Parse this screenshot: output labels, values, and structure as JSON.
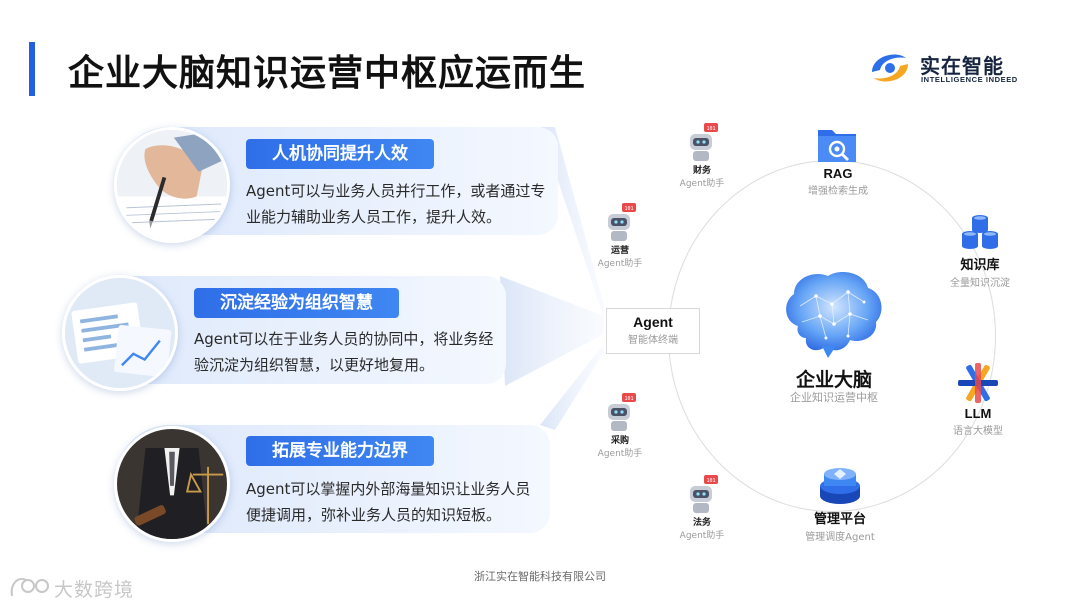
{
  "title": "企业大脑知识运营中枢应运而生",
  "logo": {
    "cn": "实在智能",
    "en": "INTELLIGENCE INDEED"
  },
  "cards": [
    {
      "tag": "人机协同提升人效",
      "text": "Agent可以与业务人员并行工作，或者通过专业能力辅助业务人员工作，提升人效。"
    },
    {
      "tag": "沉淀经验为组织智慧",
      "text": "Agent可以在于业务人员的协同中，将业务经验沉淀为组织智慧，以更好地复用。"
    },
    {
      "tag": "拓展专业能力边界",
      "text": "Agent可以掌握内外部海量知识让业务人员便捷调用，弥补业务人员的知识短板。"
    }
  ],
  "agent": {
    "title": "Agent",
    "subtitle": "智能体终端"
  },
  "hub": {
    "title": "企业大脑",
    "subtitle": "企业知识运营中枢"
  },
  "nodes": {
    "rag": {
      "label": "RAG",
      "sub": "增强检索生成"
    },
    "kb": {
      "label": "知识库",
      "sub": "全量知识沉淀"
    },
    "llm": {
      "label": "LLM",
      "sub": "语言大模型"
    },
    "platform": {
      "label": "管理平台",
      "sub": "管理调度Agent"
    }
  },
  "bots": [
    {
      "label": "财务",
      "sub": "Agent助手"
    },
    {
      "label": "运营",
      "sub": "Agent助手"
    },
    {
      "label": "采购",
      "sub": "Agent助手"
    },
    {
      "label": "法务",
      "sub": "Agent助手"
    }
  ],
  "footer": "浙江实在智能科技有限公司",
  "watermark": "大数跨境",
  "colors": {
    "accent": "#1f5fe0",
    "pill": "#2f6ee8",
    "card": "#e3ecfb"
  }
}
